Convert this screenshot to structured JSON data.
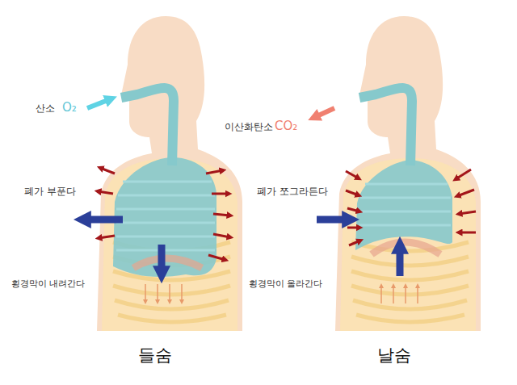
{
  "diagram": {
    "labels": [
      "산소",
      "O₂",
      "폐가 부푼다",
      "횡경막이 내려간다",
      "들숨",
      "이산화탄소",
      "CO₂",
      "폐가 쪼그라든다",
      "횡경막이 올라간다",
      "날숨"
    ]
  }
}
